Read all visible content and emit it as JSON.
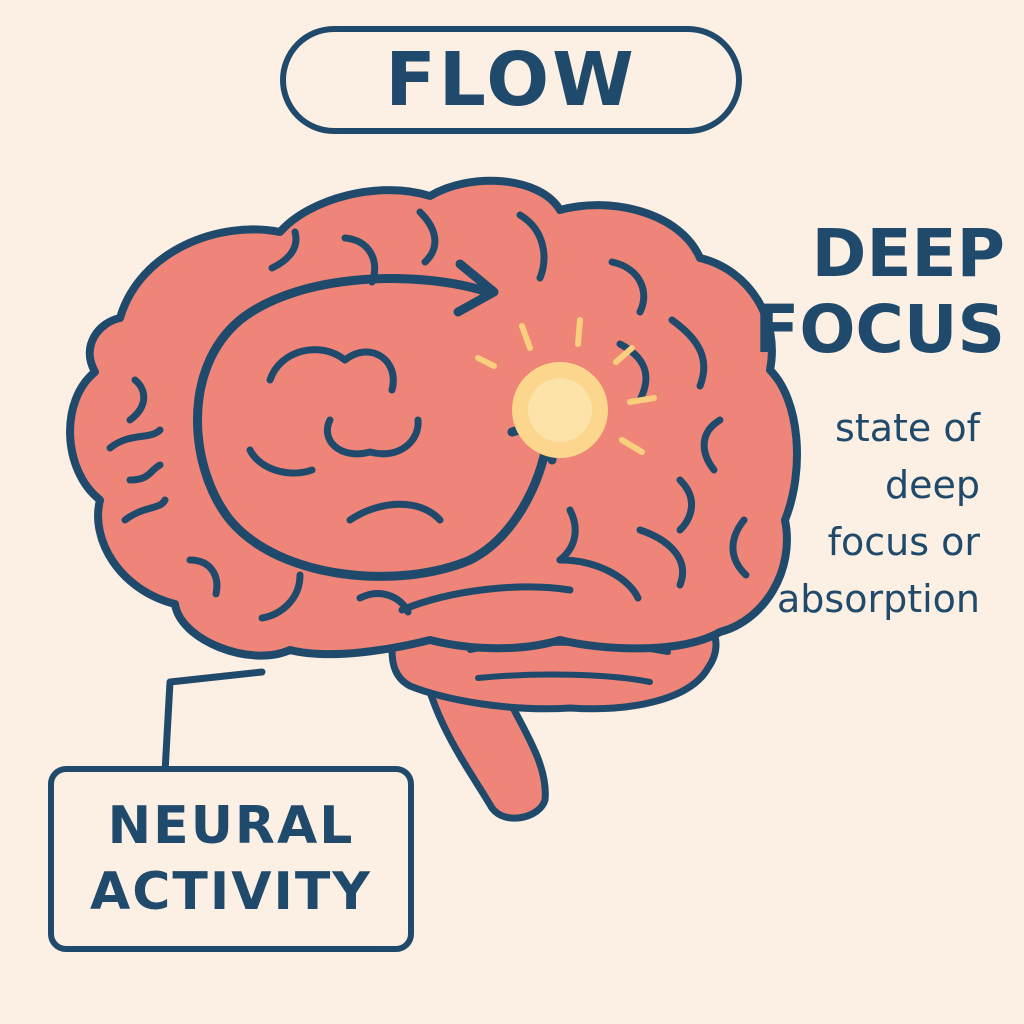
{
  "title": "FLOW",
  "deep_focus": {
    "heading_lines": [
      "DEEP",
      "FOCUS"
    ],
    "description_lines": [
      "state of",
      "deep",
      "focus or",
      "absorption"
    ]
  },
  "neural_activity": {
    "label_lines": [
      "NEURAL",
      "ACTIVITY"
    ]
  },
  "colors": {
    "background": "#fcefe3",
    "outline": "#1f4a6b",
    "brain_fill": "#ee8578",
    "glow_core": "#fbd68c",
    "glow_rays": "#f9cf7e"
  },
  "icons": {
    "brain": "brain-illustration",
    "spark": "glowing-spark-icon",
    "arrow": "curved-arrow-icon"
  }
}
